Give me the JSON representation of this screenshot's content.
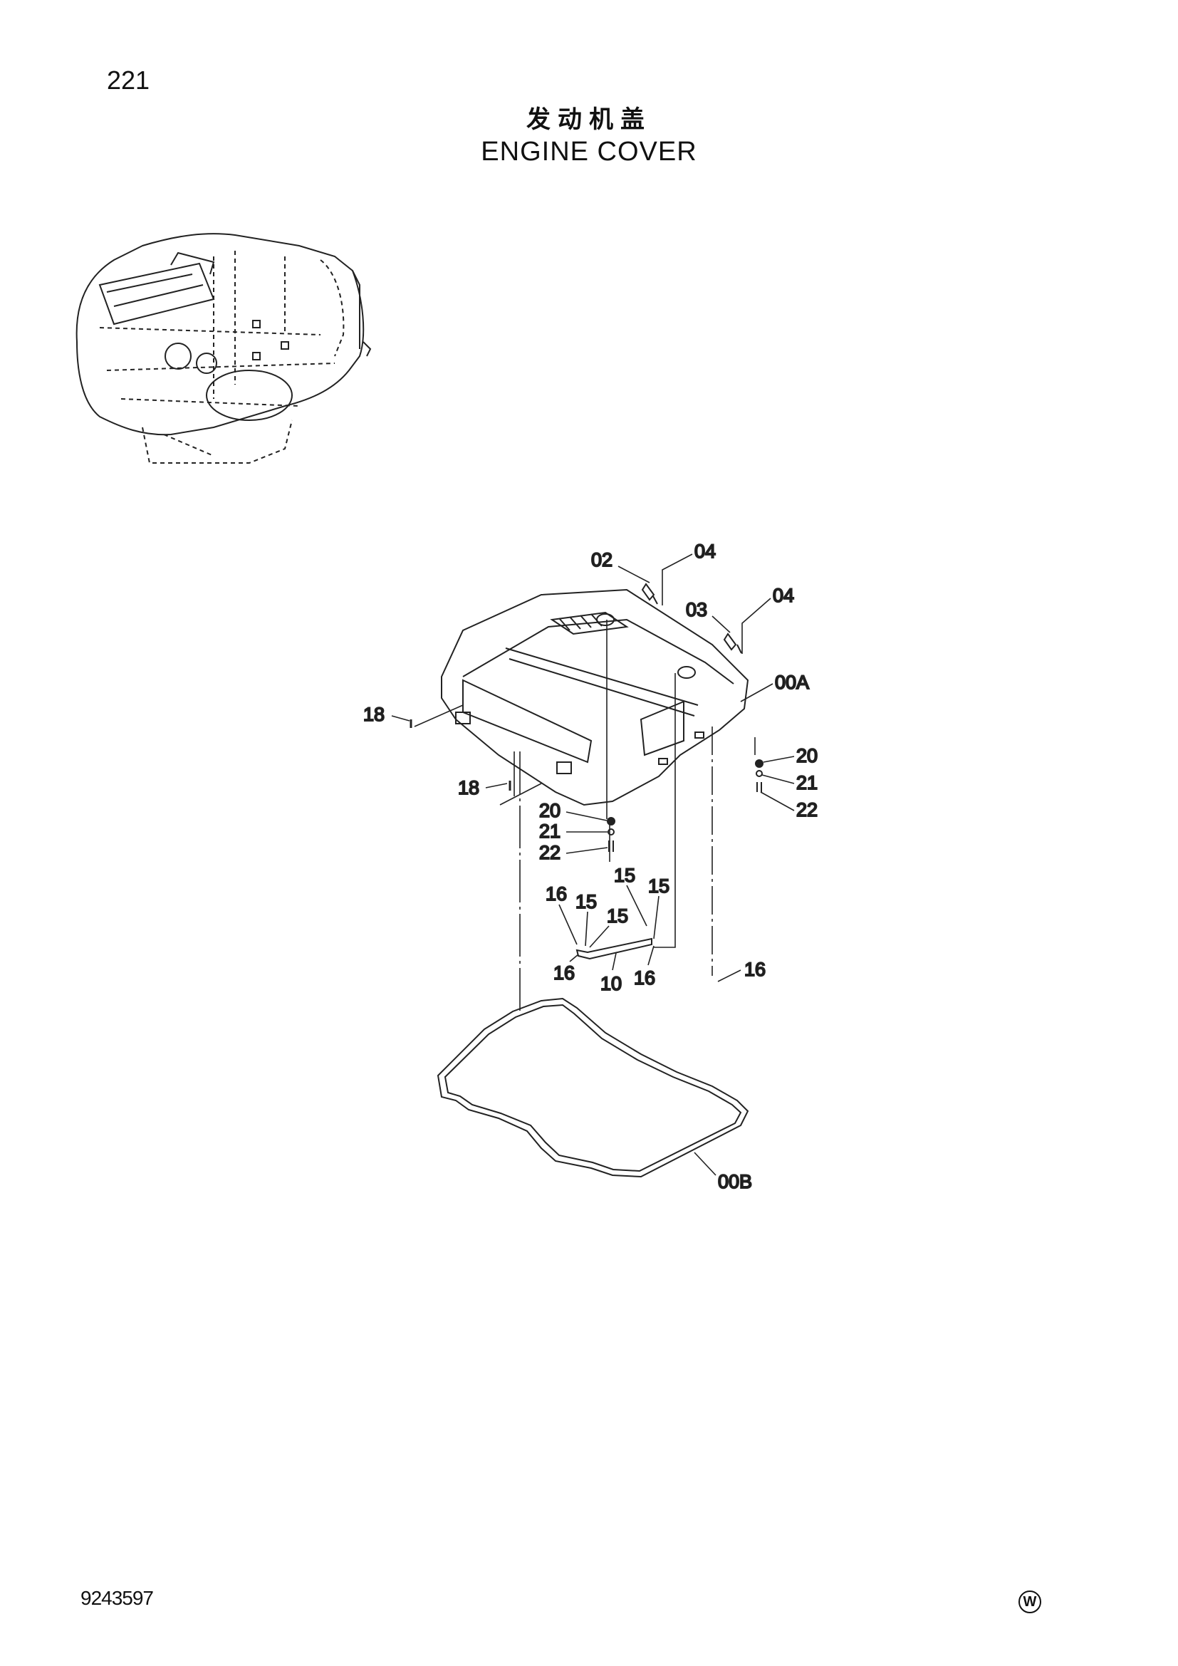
{
  "header": {
    "page_number": "221",
    "title_cn": "发动机盖",
    "title_en": "ENGINE COVER"
  },
  "footer": {
    "drawing_number": "9243597",
    "publisher_mark": "W"
  },
  "callouts": {
    "c02": "02",
    "c04a": "04",
    "c03": "03",
    "c04b": "04",
    "c00a": "00A",
    "c18a": "18",
    "c18b": "18",
    "c20a": "20",
    "c21a": "21",
    "c22a": "22",
    "c20b": "20",
    "c21b": "21",
    "c22b": "22",
    "c15a": "15",
    "c15b": "15",
    "c15c": "15",
    "c15d": "15",
    "c16a": "16",
    "c16b": "16",
    "c16c": "16",
    "c16d": "16",
    "c10": "10",
    "c00b": "00B"
  }
}
